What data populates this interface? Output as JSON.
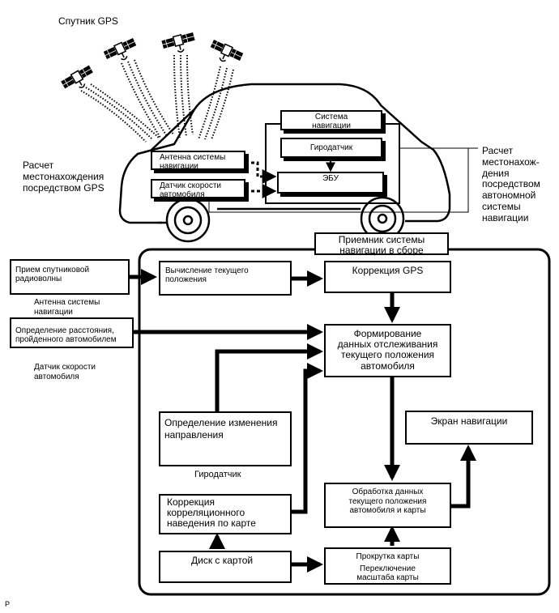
{
  "labels": {
    "gps_satellite": "Спутник GPS",
    "gps_position_calc": "Расчет\nместонахождения\nпосредством GPS",
    "auto_nav_calc": "Расчет\nместонахож-\nдения\nпосредством\nавтономной\nсистемы\nнавигации",
    "nav_system": "Система\nнавигации",
    "gyro_car": "Гиродатчик",
    "ecu": "ЭБУ",
    "antenna_car": "Антенна системы\nнавигации",
    "speed_sensor_car": "Датчик скорости\nавтомобиля",
    "receiver_assembly": "Приемник системы\nнавигации в сборе",
    "sat_wave_reception": "Прием спутниковой\nрадиоволны",
    "antenna_caption": "Антенна системы\nнавигации",
    "distance_measurement": "Определение расстояния,\nпройденного автомобилем",
    "speed_sensor_caption": "Датчик скорости\nавтомобиля",
    "current_position_calc": "Вычисление текущего\nположения",
    "gps_correction": "Коррекция GPS",
    "tracking_data": "Формирование\nданных отслеживания\nтекущего положения\nавтомобиля",
    "direction_change": "Определение изменения\nнаправления",
    "gyro_caption": "Гиродатчик",
    "nav_screen": "Экран навигации",
    "data_processing": "Обработка данных\nтекущего положения\nавтомобиля и карты",
    "map_correlation": "Коррекция\nкорреляционного\nнаведения по карте",
    "map_disc": "Диск с картой",
    "map_scroll": "Прокрутка карты",
    "map_scale": "Переключение\nмасштаба карты",
    "corner_mark": "P"
  },
  "icons": {
    "satellite": "satellite-icon",
    "car": "car-outline-icon"
  },
  "colors": {
    "line": "#000000",
    "background": "#ffffff"
  }
}
